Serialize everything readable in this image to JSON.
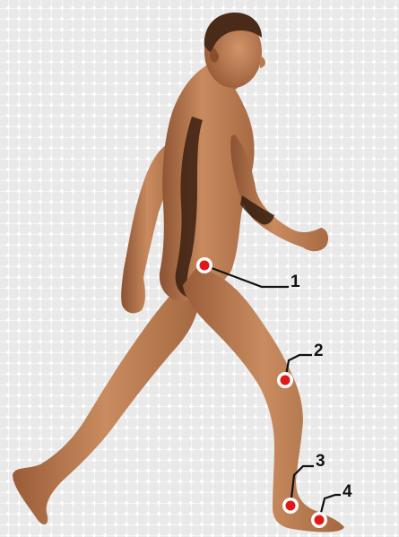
{
  "figure": {
    "subject": "walking-man",
    "colors": {
      "skin": "#b9784c",
      "skin_light": "#d4966a",
      "skin_shadow": "#7a4628",
      "hair": "#4a2a18",
      "marker_ring": "#ffffff",
      "marker_dot": "#e01818",
      "leader": "#111111"
    }
  },
  "markers": [
    {
      "label": "1"
    },
    {
      "label": "2"
    },
    {
      "label": "3"
    },
    {
      "label": "4"
    }
  ]
}
